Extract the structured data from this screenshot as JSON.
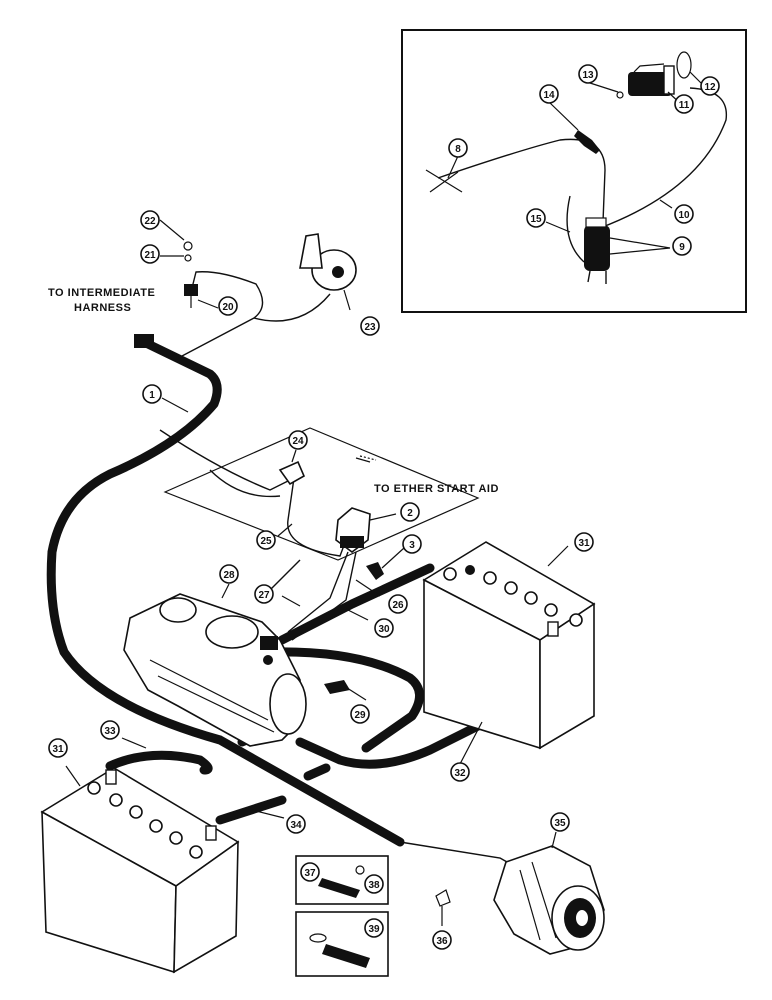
{
  "labels": {
    "intermediate_line1": "TO INTERMEDIATE",
    "intermediate_line2": "HARNESS",
    "ether": "TO ETHER START AID"
  },
  "callouts": {
    "c1": "1",
    "c2": "2",
    "c3": "3",
    "c8": "8",
    "c9": "9",
    "c10": "10",
    "c11": "11",
    "c12": "12",
    "c13": "13",
    "c14": "14",
    "c15": "15",
    "c20": "20",
    "c21": "21",
    "c22": "22",
    "c23": "23",
    "c24": "24",
    "c25": "25",
    "c26": "26",
    "c27": "27",
    "c28": "28",
    "c29": "29",
    "c30": "30",
    "c31a": "31",
    "c31b": "31",
    "c32": "32",
    "c33": "33",
    "c34": "34",
    "c35": "35",
    "c36": "36",
    "c37": "37",
    "c38": "38",
    "c39": "39"
  }
}
